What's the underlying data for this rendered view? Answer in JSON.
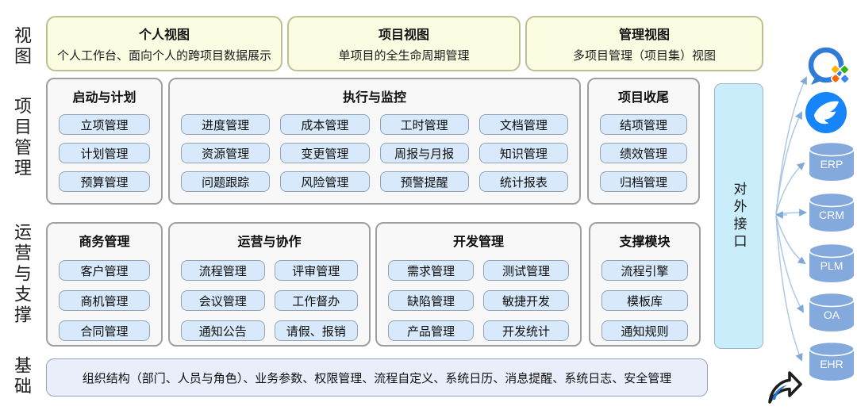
{
  "side_labels": {
    "views": "视图",
    "project_mgmt": "项目管理",
    "ops_support": "运营与支撑",
    "base": "基础"
  },
  "views": [
    {
      "title": "个人视图",
      "subtitle": "个人工作台、面向个人的跨项目数据展示"
    },
    {
      "title": "项目视图",
      "subtitle": "单项目的全生命周期管理"
    },
    {
      "title": "管理视图",
      "subtitle": "多项目管理（项目集）视图"
    }
  ],
  "pm_groups": [
    {
      "title": "启动与计划",
      "items": [
        "立项管理",
        "计划管理",
        "预算管理"
      ]
    },
    {
      "title": "执行与监控",
      "items": [
        "进度管理",
        "成本管理",
        "工时管理",
        "文档管理",
        "资源管理",
        "变更管理",
        "周报与月报",
        "知识管理",
        "问题跟踪",
        "风险管理",
        "预警提醒",
        "统计报表"
      ]
    },
    {
      "title": "项目收尾",
      "items": [
        "结项管理",
        "绩效管理",
        "归档管理"
      ]
    }
  ],
  "ops_groups": [
    {
      "title": "商务管理",
      "items": [
        "客户管理",
        "商机管理",
        "合同管理"
      ]
    },
    {
      "title": "运营与协作",
      "items": [
        "流程管理",
        "评审管理",
        "会议管理",
        "工作督办",
        "通知公告",
        "请假、报销"
      ]
    },
    {
      "title": "开发管理",
      "items": [
        "需求管理",
        "测试管理",
        "缺陷管理",
        "敏捷开发",
        "产品管理",
        "开发统计"
      ]
    },
    {
      "title": "支撑模块",
      "items": [
        "流程引擎",
        "模板库",
        "通知规则"
      ]
    }
  ],
  "base_bar": {
    "text": "组织结构（部门、人员与角色）、业务参数、权限管理、流程自定义、系统日历、消息提醒、系统日志、安全管理"
  },
  "external_interface": {
    "label": "对外接口"
  },
  "integrations": {
    "icons": [
      "wecom-icon",
      "dingtalk-icon",
      "share-arrow-icon"
    ],
    "systems": [
      "ERP",
      "CRM",
      "PLM",
      "OA",
      "EHR"
    ]
  },
  "colors": {
    "view_box_fill": "#fcfce3",
    "view_box_border": "#c0bf93",
    "group_fill": "#f8f8f8",
    "chip_fill": "#d7e9fa",
    "chip_border": "#93a3b4",
    "external_bar_fill": "#c9edfb",
    "base_bar_fill": "#e9eefa",
    "cylinder_fill": "#84a9dc",
    "arrow_color": "#a9c6e6",
    "dingtalk_blue": "#1684fb",
    "wecom_blue": "#2f7cd8"
  }
}
